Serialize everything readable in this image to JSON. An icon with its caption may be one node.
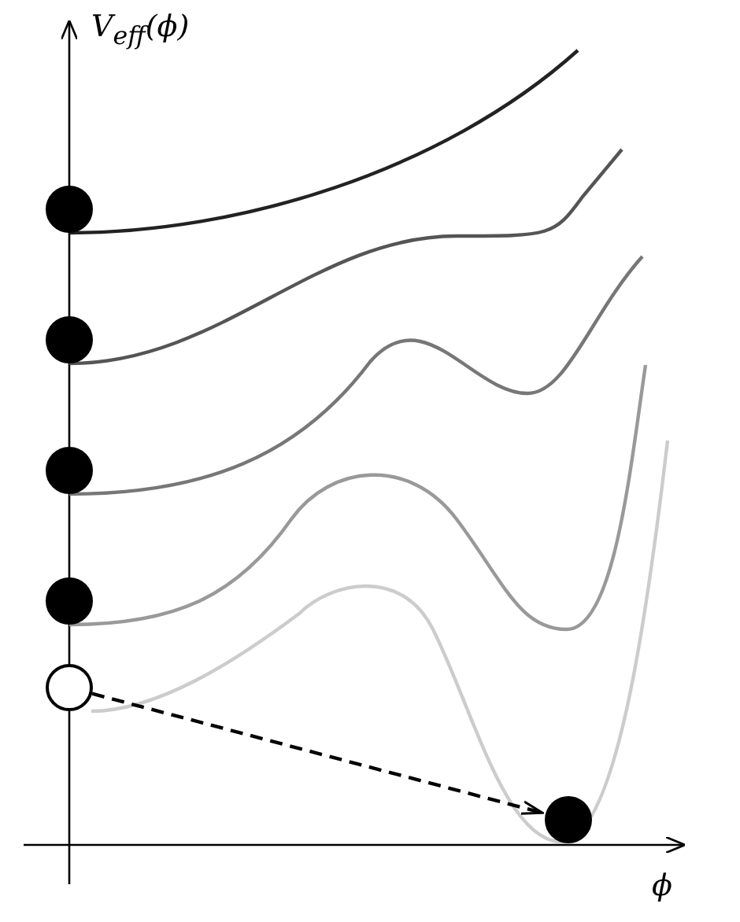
{
  "diagram": {
    "nodes": [
      {
        "text": [],
        "shape": "circle"
      },
      {
        "text": [],
        "shape": "circle"
      },
      {
        "text": [],
        "shape": "circle"
      },
      {
        "text": [],
        "shape": "circle"
      },
      {
        "text": [],
        "shape": "circle"
      },
      {
        "text": [],
        "shape": "circle"
      }
    ],
    "edges": [
      {
        "from": 4,
        "to": 5,
        "arrow": "to",
        "style": "dashed"
      }
    ],
    "labels": [
      "V$_{eff}$(ϕ)",
      "ϕ"
    ]
  }
}
